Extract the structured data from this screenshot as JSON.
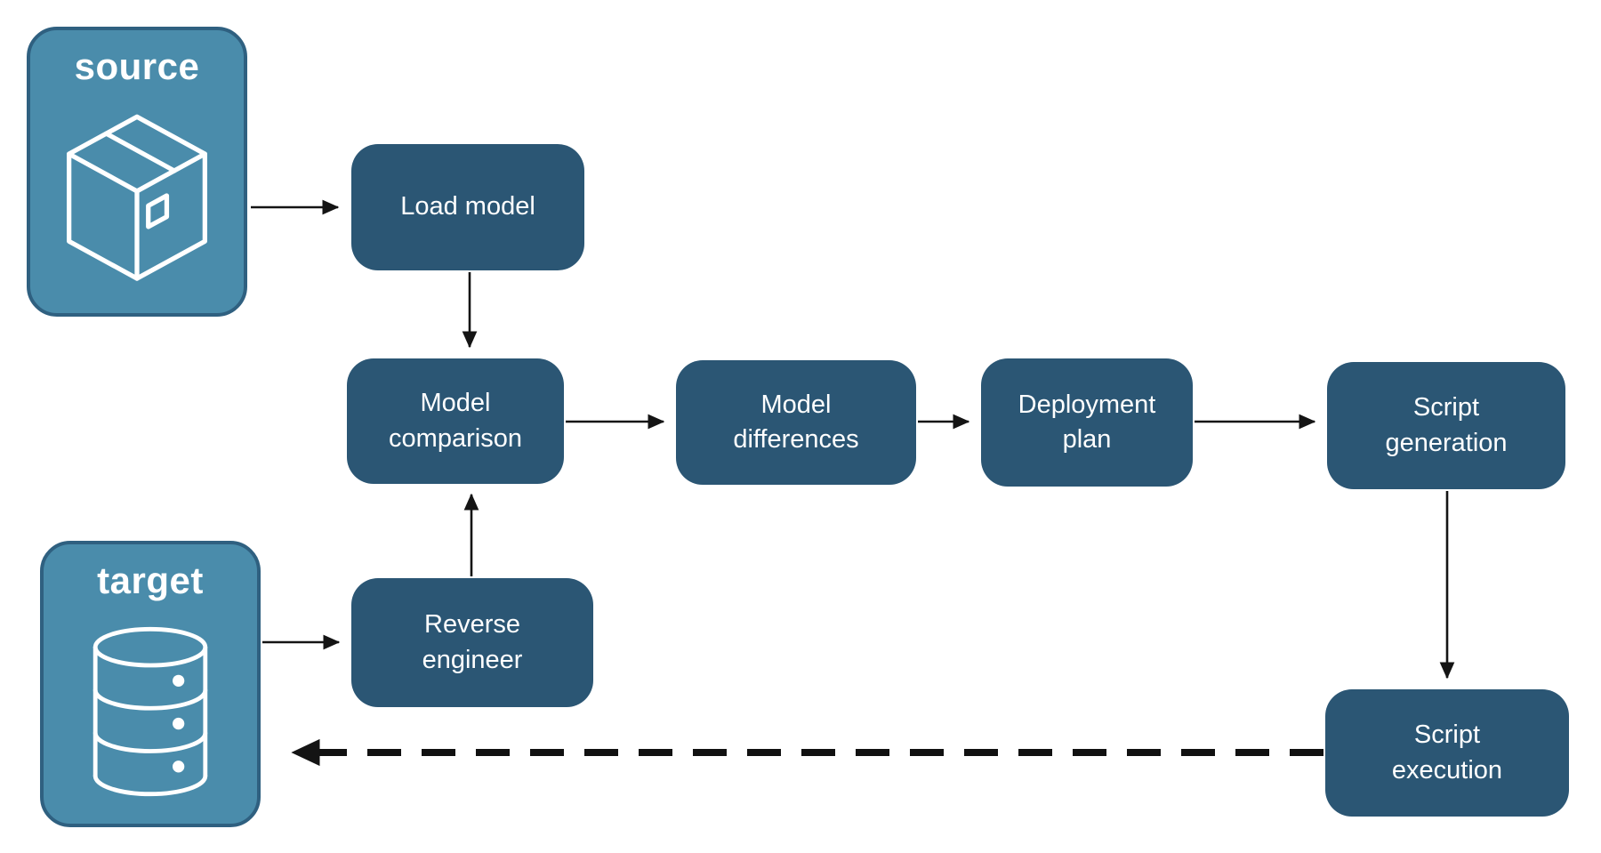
{
  "diagram": {
    "endpoints": {
      "source": {
        "label": "source",
        "icon": "package-icon"
      },
      "target": {
        "label": "target",
        "icon": "database-icon"
      }
    },
    "nodes": {
      "load_model": {
        "label": "Load model"
      },
      "model_comparison": {
        "label": "Model comparison"
      },
      "model_differences": {
        "label": "Model differences"
      },
      "deployment_plan": {
        "label": "Deployment plan"
      },
      "script_generation": {
        "label": "Script generation"
      },
      "reverse_engineer": {
        "label": "Reverse engineer"
      },
      "script_execution": {
        "label": "Script execution"
      }
    },
    "edges": [
      {
        "from": "source",
        "to": "load_model",
        "style": "solid"
      },
      {
        "from": "load_model",
        "to": "model_comparison",
        "style": "solid"
      },
      {
        "from": "model_comparison",
        "to": "model_differences",
        "style": "solid"
      },
      {
        "from": "model_differences",
        "to": "deployment_plan",
        "style": "solid"
      },
      {
        "from": "deployment_plan",
        "to": "script_generation",
        "style": "solid"
      },
      {
        "from": "script_generation",
        "to": "script_execution",
        "style": "solid"
      },
      {
        "from": "target",
        "to": "reverse_engineer",
        "style": "solid"
      },
      {
        "from": "reverse_engineer",
        "to": "model_comparison",
        "style": "solid"
      },
      {
        "from": "script_execution",
        "to": "target",
        "style": "dashed"
      }
    ],
    "colors": {
      "node_fill": "#2B5674",
      "endpoint_fill": "#4A8CAB",
      "endpoint_border": "#2F6080",
      "arrow": "#141414",
      "text": "#FFFFFF",
      "background": "#FFFFFF"
    }
  }
}
